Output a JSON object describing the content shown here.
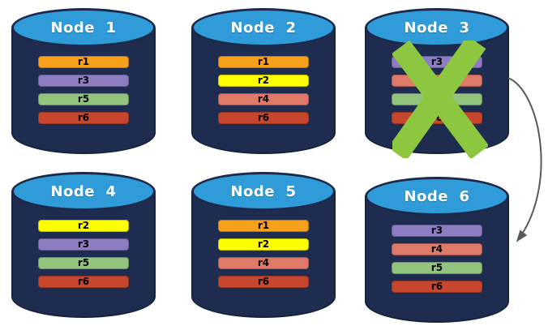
{
  "diagram": {
    "description": "Replicated database nodes with failed node and replication arrow",
    "colors": {
      "cylinder_body": "#1E2C4F",
      "cylinder_top": "#2F9CD9",
      "failure_x": "#8DC63F",
      "arrow": "#58595B",
      "replicas": {
        "r1": "#F6A01B",
        "r2": "#FFFF00",
        "r3": "#8E7CC3",
        "r4": "#DF7A68",
        "r5": "#93C47D",
        "r6": "#C7472E"
      }
    },
    "nodes": [
      {
        "label": "Node  1",
        "replicas": [
          "r1",
          "r3",
          "r5",
          "r6"
        ],
        "failed": false
      },
      {
        "label": "Node  2",
        "replicas": [
          "r1",
          "r2",
          "r4",
          "r6"
        ],
        "failed": false
      },
      {
        "label": "Node  3",
        "replicas": [
          "r3",
          "r4",
          "r5",
          "r6"
        ],
        "failed": true
      },
      {
        "label": "Node  4",
        "replicas": [
          "r2",
          "r3",
          "r5",
          "r6"
        ],
        "failed": false
      },
      {
        "label": "Node  5",
        "replicas": [
          "r1",
          "r2",
          "r4",
          "r6"
        ],
        "failed": false
      },
      {
        "label": "Node  6",
        "replicas": [
          "r3",
          "r4",
          "r5",
          "r6"
        ],
        "failed": false
      }
    ],
    "arrow": {
      "from": "Node  3",
      "to": "Node  6"
    }
  }
}
